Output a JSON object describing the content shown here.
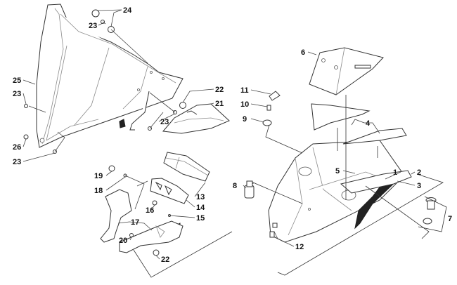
{
  "diagram": {
    "title": "Windshield, Dash and Instrument Assembly (exploded parts view)",
    "callouts": [
      {
        "id": "c1",
        "label": "1"
      },
      {
        "id": "c2",
        "label": "2"
      },
      {
        "id": "c3",
        "label": "3"
      },
      {
        "id": "c4",
        "label": "4"
      },
      {
        "id": "c5",
        "label": "5"
      },
      {
        "id": "c6",
        "label": "6"
      },
      {
        "id": "c7",
        "label": "7"
      },
      {
        "id": "c8",
        "label": "8"
      },
      {
        "id": "c9",
        "label": "9"
      },
      {
        "id": "c10",
        "label": "10"
      },
      {
        "id": "c11",
        "label": "11"
      },
      {
        "id": "c12",
        "label": "12"
      },
      {
        "id": "c13",
        "label": "13"
      },
      {
        "id": "c14",
        "label": "14"
      },
      {
        "id": "c15",
        "label": "15"
      },
      {
        "id": "c16",
        "label": "16"
      },
      {
        "id": "c17",
        "label": "17"
      },
      {
        "id": "c18",
        "label": "18"
      },
      {
        "id": "c19",
        "label": "19"
      },
      {
        "id": "c20",
        "label": "20"
      },
      {
        "id": "c21",
        "label": "21"
      },
      {
        "id": "c22a",
        "label": "22"
      },
      {
        "id": "c22b",
        "label": "22"
      },
      {
        "id": "c23a",
        "label": "23"
      },
      {
        "id": "c23b",
        "label": "23"
      },
      {
        "id": "c23c",
        "label": "23"
      },
      {
        "id": "c23d",
        "label": "23"
      },
      {
        "id": "c24",
        "label": "24"
      },
      {
        "id": "c25",
        "label": "25"
      },
      {
        "id": "c26",
        "label": "26"
      }
    ],
    "parts": [
      {
        "name": "windshield",
        "callout": "25"
      },
      {
        "name": "windshield-deflector",
        "callout": "21"
      },
      {
        "name": "instrument-gauge",
        "callout": "13"
      },
      {
        "name": "gauge-bracket",
        "callout": "14"
      },
      {
        "name": "mounting-bracket",
        "callout": "17"
      },
      {
        "name": "hood-console",
        "callout": "1"
      },
      {
        "name": "console-cover",
        "callout": "6"
      },
      {
        "name": "console-lenses",
        "callout": "4"
      },
      {
        "name": "side-decal-trim",
        "callout": "2"
      },
      {
        "name": "side-decal",
        "callout": "3"
      },
      {
        "name": "fuel-cap-assembly",
        "callout": "7"
      },
      {
        "name": "switch",
        "callout": "8"
      },
      {
        "name": "knob",
        "callout": "11"
      },
      {
        "name": "key",
        "callout": "10"
      },
      {
        "name": "grommet",
        "callout": "9"
      },
      {
        "name": "connector",
        "callout": "12"
      }
    ]
  }
}
